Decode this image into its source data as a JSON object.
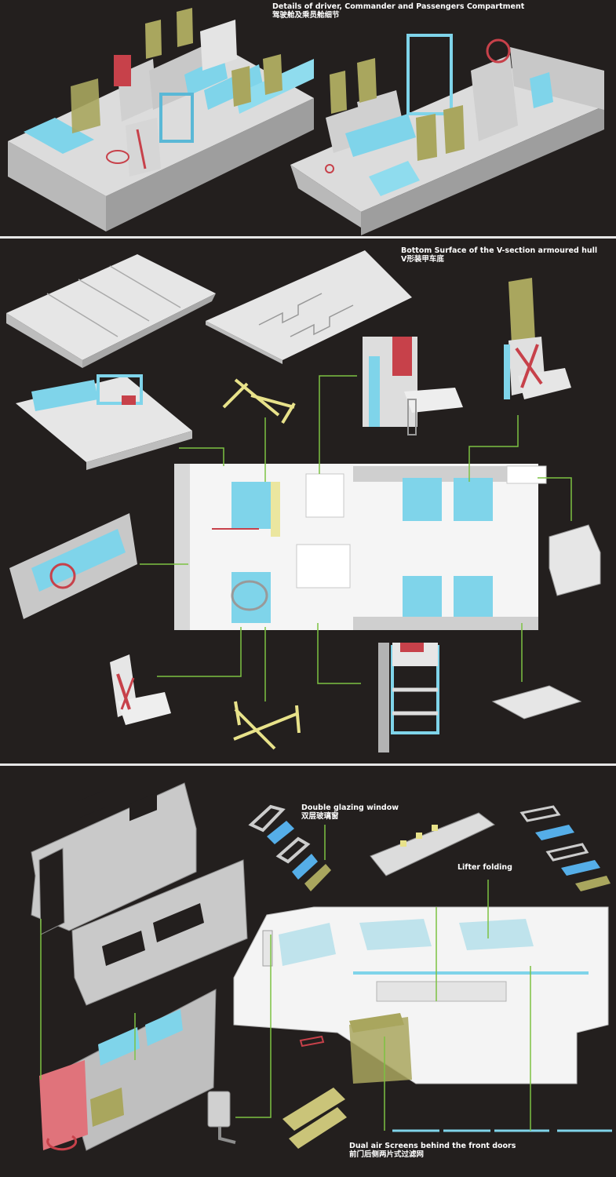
{
  "section1": {
    "caption_en": "Details of driver, Commander and Passengers Compartment",
    "caption_cn": "驾驶舱及乘员舱细节"
  },
  "section2": {
    "caption_en": "Bottom Surface of the V-section armoured hull",
    "caption_cn": "V形装甲车底"
  },
  "section3": {
    "glazing_en": "Double glazing window",
    "glazing_cn": "双层玻璃窗",
    "lifter_en": "Lifter folding",
    "screens_en": "Dual air Screens behind the front doors",
    "screens_cn": "前门后侧两片式过滤网"
  },
  "colors": {
    "background": "#231f1e",
    "divider": "#e6e6e6",
    "hull_grey": "#cfcfcf",
    "seat_blue": "#7fd4ea",
    "belt_red": "#c7414a",
    "mesh_olive": "#a9a65e",
    "leader_green": "#7cc242",
    "glass_blue": "#55aee8",
    "brass_yellow": "#e8e28a"
  }
}
